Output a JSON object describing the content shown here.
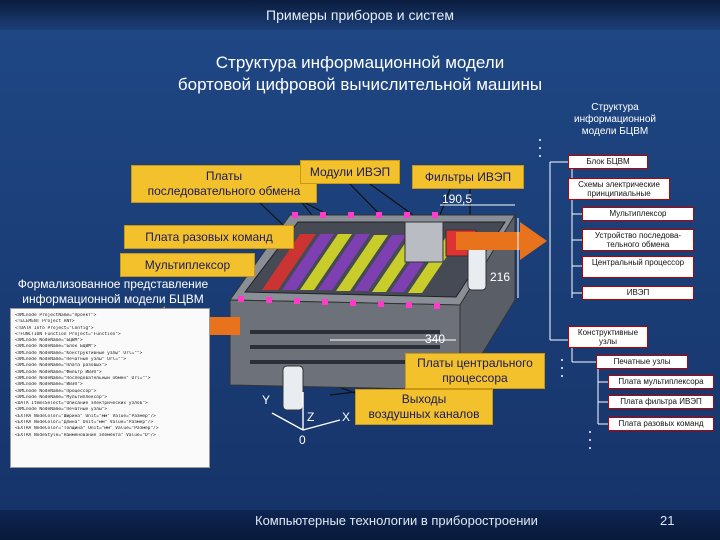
{
  "header": {
    "title": "Примеры приборов и систем"
  },
  "slide": {
    "title_line1": "Структура информационной модели",
    "title_line2": "бортовой цифровой вычислительной машины"
  },
  "callouts": {
    "serial_boards_line1": "Платы",
    "serial_boards_line2": "последовательного обмена",
    "ivep_modules": "Модули ИВЭП",
    "ivep_filters": "Фильтры ИВЭП",
    "single_cmd_boards": "Плата разовых команд",
    "multiplexer": "Мультиплексор",
    "cpu_boards_line1": "Платы центрального",
    "cpu_boards_line2": "процессора",
    "air_outlets_line1": "Выходы",
    "air_outlets_line2": "воздушных каналов"
  },
  "dimensions": {
    "d1": "190,5",
    "d2": "216",
    "d3": "340"
  },
  "axes": {
    "y": "Y",
    "z": "Z",
    "x": "X",
    "origin": "0"
  },
  "formal": {
    "line1": "Формализованное представление",
    "line2": "информационной модели БЦВМ"
  },
  "xml_lines": [
    "<XMLnode ProjectName=\"Проект\">",
    "<!ELEMENT Project ANY>",
    "<!DATA Info Project=\"Config\">",
    "<!FUNCTION Function Project=\"Function\">",
    "<XMLnode NodeName=\"БЦВМ\">",
    "<XMLnode NodeName=\"Блок БЦВМ\">",
    "<XMLnode NodeName=\"Конструктивные узлы\" Url=\"\">",
    "<XMLnode NodeName=\"Печатные узлы\" Url=\"\">",
    "<XMLnode NodeName=\"Плата разовых\">",
    "<XMLnode NodeName=\"Фильтр ИВЭП\">",
    "<XMLnode NodeName=\"Последовательный обмен\" Url=\"\">",
    "<XMLnode NodeName=\"ИВЭП\">",
    "<XMLnode NodeName=\"Процессор\">",
    "<XMLnode NodeName=\"Мультиплексор\">",
    "<DATA ItemsSelect=\"Описание электрических узлов\">",
    "<XMLnode NodeName=\"Печатные узлы\">",
    "<EXTRA NodeColor=\"Ширина\" Unit=\"мм\" Value=\"Размер\"/>",
    "<EXTRA NodeColor=\"Длина\" Unit=\"мм\" Value=\"Размер\"/>",
    "<EXTRA NodeColor=\"Толщина\" Unit=\"мм\" Value=\"Размер\"/>",
    "<EXTRA NodeStyle=\"Наименование элемента\" Value=\"D\"/>"
  ],
  "tree": {
    "title_line1": "Структура",
    "title_line2": "информационной",
    "title_line3": "модели БЦВМ",
    "nodes": [
      "Блок БЦВМ",
      "Схемы электрические принципиальные",
      "Мультиплексор",
      "Устройство последова-тельного обмена",
      "Центральный процессор",
      "ИВЭП",
      "Конструктивные узлы",
      "Печатные узлы",
      "Плата мультиплексора",
      "Плата фильтра ИВЭП",
      "Плата разовых команд"
    ]
  },
  "footer": {
    "text": "Компьютерные технологии в приборостроении",
    "page": "21"
  },
  "colors": {
    "callout_bg": "#f2c12c",
    "arrow": "#e8731c",
    "background": "#183a72",
    "leader_line": "#000000"
  }
}
